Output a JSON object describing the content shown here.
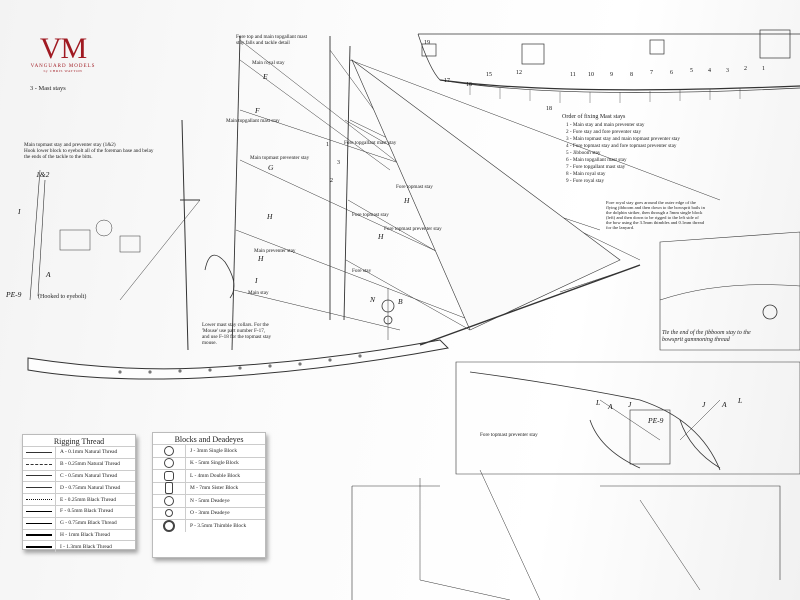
{
  "logo": {
    "mark": "VM",
    "name": "VANGUARD MODELS",
    "tagline": "by CHRIS WATTON"
  },
  "section_title": "3 - Mast stays",
  "notes": {
    "main_topmast": [
      "Main topmast stay and preventer stay (1&2)",
      "Hook lower block to eyebolt all of the foreman base and belay",
      "the ends of the tackle to the bitts."
    ],
    "fore_top": [
      "Fore top and main topgallant mast",
      "stay falls and tackle detail"
    ],
    "lower_collars": [
      "Lower mast stay collars. For the",
      "'Mouse' use part number F-17,",
      "and use F-18 for the topmast stay",
      "mouse."
    ],
    "fore_royal": [
      "Fore royal stay goes around the outer edge of the",
      "flying jibboom and then down to the bowsprit bails in",
      "the dolphin striker, then through a 5mm single block",
      "(left) and then down to be rigged to the left side of",
      "the bow using the 3.5mm thimbles and 0.1mm thread",
      "for the lanyard."
    ],
    "jibboom": [
      "Tie the end of the jibboom stay to the",
      "bowsprit gammoning thread"
    ]
  },
  "order": {
    "title": "Order of fixing Mast stays",
    "items": [
      "1 - Main stay and main preventer stay",
      "2 - Fore stay and fore preventer stay",
      "3 - Main topmast stay and main topmast preventer stay",
      "4 - Fore topmast stay and fore topmast preventer stay",
      "5 - Jibboom stay",
      "6 - Main topgallant mast stay",
      "7 - Fore topgallant mast stay",
      "8 - Main royal stay",
      "9 - Fore royal stay"
    ]
  },
  "labels": {
    "main_royal_stay": "Main royal stay",
    "main_topgallant_stay": "Main topgallant mast stay",
    "main_topmast_preventer": "Main topmast preventer stay",
    "fore_topgallant_stay": "Fore topgallant mast stay",
    "fore_topmast_stay_top": "Fore topmast stay",
    "fore_topmast_stay": "Fore topmast stay",
    "fore_topmast_preventer": "Fore topmast preventer stay",
    "main_preventer_stay": "Main preventer stay",
    "main_stay": "Main stay",
    "fore_stay": "Fore stay",
    "fore_topmast_preventer_bottom": "Fore topmast preventer stay",
    "one_two": "1&2",
    "pe9": "PE-9",
    "pe9_note": "(Hooked to eyebolt)",
    "pe9_b": "PE-9",
    "letters": {
      "E": "E",
      "F": "F",
      "G": "G",
      "H": "H",
      "I": "I",
      "N": "N",
      "B": "B",
      "L": "L",
      "A": "A",
      "J": "J"
    },
    "numbers": {
      "n19": "19",
      "n17": "17",
      "n16": "16",
      "n18": "18",
      "n15": "15",
      "n12": "12",
      "n11": "11",
      "n10": "10",
      "n9": "9",
      "n8": "8",
      "n7": "7",
      "n6": "6",
      "n5": "5",
      "n4": "4",
      "n3": "3",
      "n2": "2",
      "n1": "1",
      "n3b": "3",
      "n2b": "2",
      "n1b": "1"
    }
  },
  "rigging_thread": {
    "title": "Rigging Thread",
    "items": [
      "A - 0.1mm Natural Thread",
      "B - 0.25mm Natural Thread",
      "C - 0.5mm Natural Thread",
      "D - 0.75mm Natural Thread",
      "E - 0.25mm Black Thread",
      "F - 0.5mm Black Thread",
      "G - 0.75mm Black Thread",
      "H - 1mm Black Thread",
      "I - 1.3mm Black Thread"
    ]
  },
  "blocks": {
    "title": "Blocks and Deadeyes",
    "items": [
      "J - 3mm Single Block",
      "K - 5mm Single Block",
      "L - 4mm Double Block",
      "M - 7mm Sister Block",
      "N - 5mm Deadeye",
      "O - 3mm Deadeye",
      "P - 3.5mm Thimble Block"
    ]
  }
}
